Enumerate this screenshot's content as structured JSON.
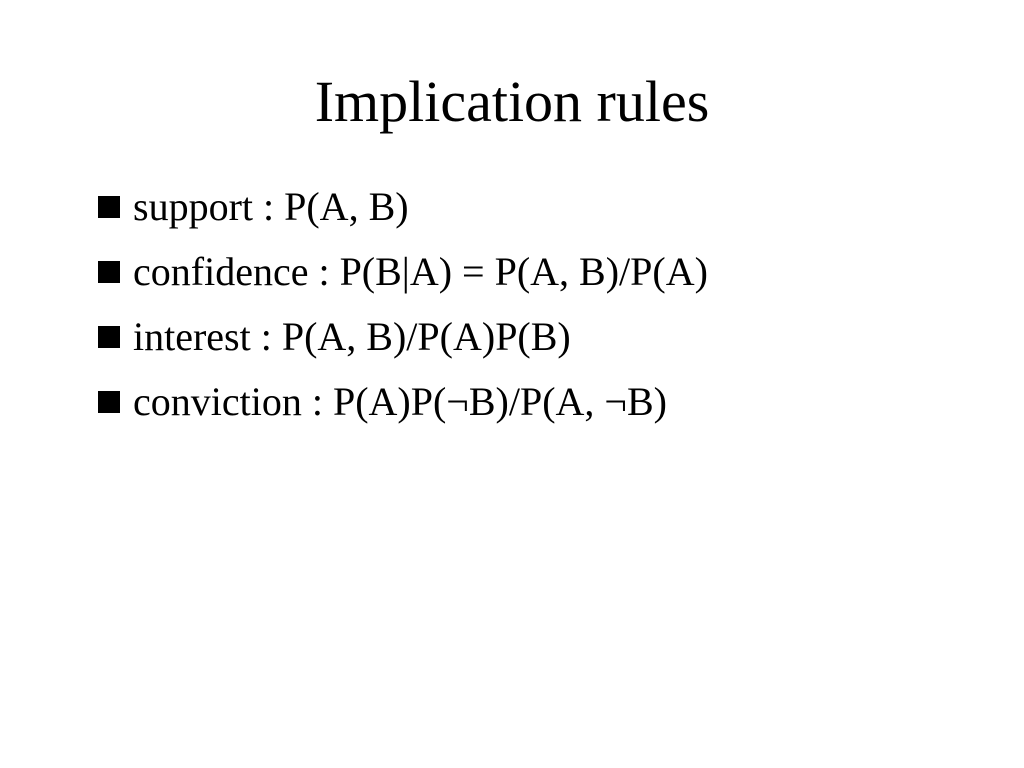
{
  "slide": {
    "title": "Implication rules",
    "bullet_marker": "square-bullet",
    "bullets": [
      {
        "text": "support : P(A, B)"
      },
      {
        "text": "confidence : P(B|A) = P(A, B)/P(A)"
      },
      {
        "text": "interest : P(A, B)/P(A)P(B)"
      },
      {
        "text": "conviction : P(A)P(¬B)/P(A, ¬B)"
      }
    ]
  }
}
